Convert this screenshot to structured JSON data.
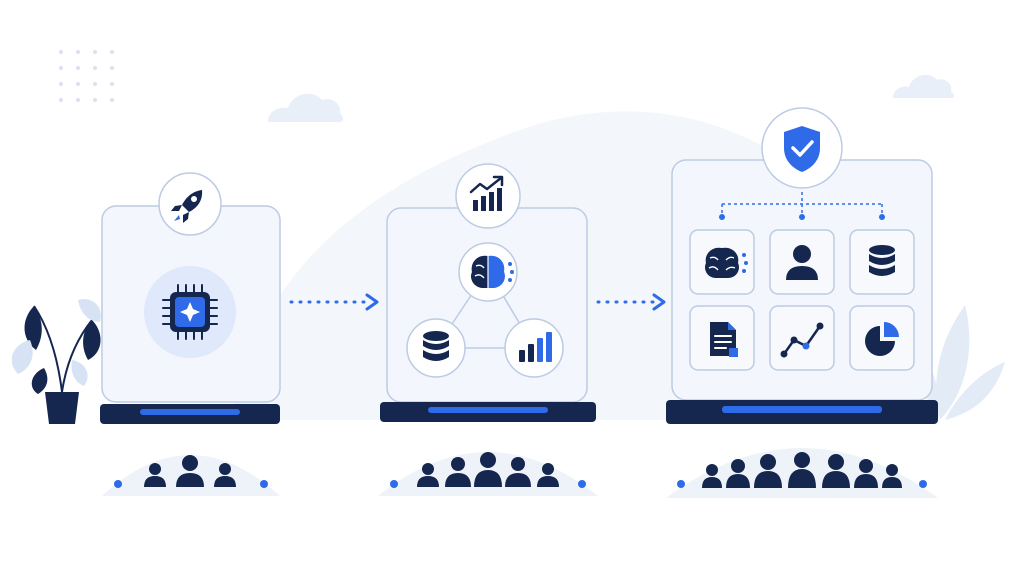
{
  "colors": {
    "navy": "#15264f",
    "accent": "#2f6be8",
    "panel_border": "#bccbe3",
    "panel_fill": "#f1f5fc",
    "glow": "#dfe9fb",
    "soft_bg": "#f2f6fb",
    "leaf_light": "#d7e3f4"
  },
  "stages": [
    {
      "id": "stage-1",
      "badge_icon": "rocket-icon",
      "content_icons": [
        "ai-chip-icon"
      ],
      "audience_count": 3
    },
    {
      "id": "stage-2",
      "badge_icon": "trending-chart-icon",
      "content_icons": [
        "brain-icon",
        "database-icon",
        "bar-chart-icon"
      ],
      "audience_count": 5
    },
    {
      "id": "stage-3",
      "badge_icon": "shield-check-icon",
      "content_icons": [
        "brain-icon",
        "user-icon",
        "database-icon",
        "document-icon",
        "line-chart-icon",
        "pie-chart-icon"
      ],
      "audience_count": 7
    }
  ],
  "connectors": [
    "dotted-arrow-icon",
    "dotted-arrow-icon"
  ],
  "decorations": [
    "dot-grid",
    "cloud-icon",
    "cloud-icon",
    "plant-icon",
    "leaf-icon"
  ]
}
